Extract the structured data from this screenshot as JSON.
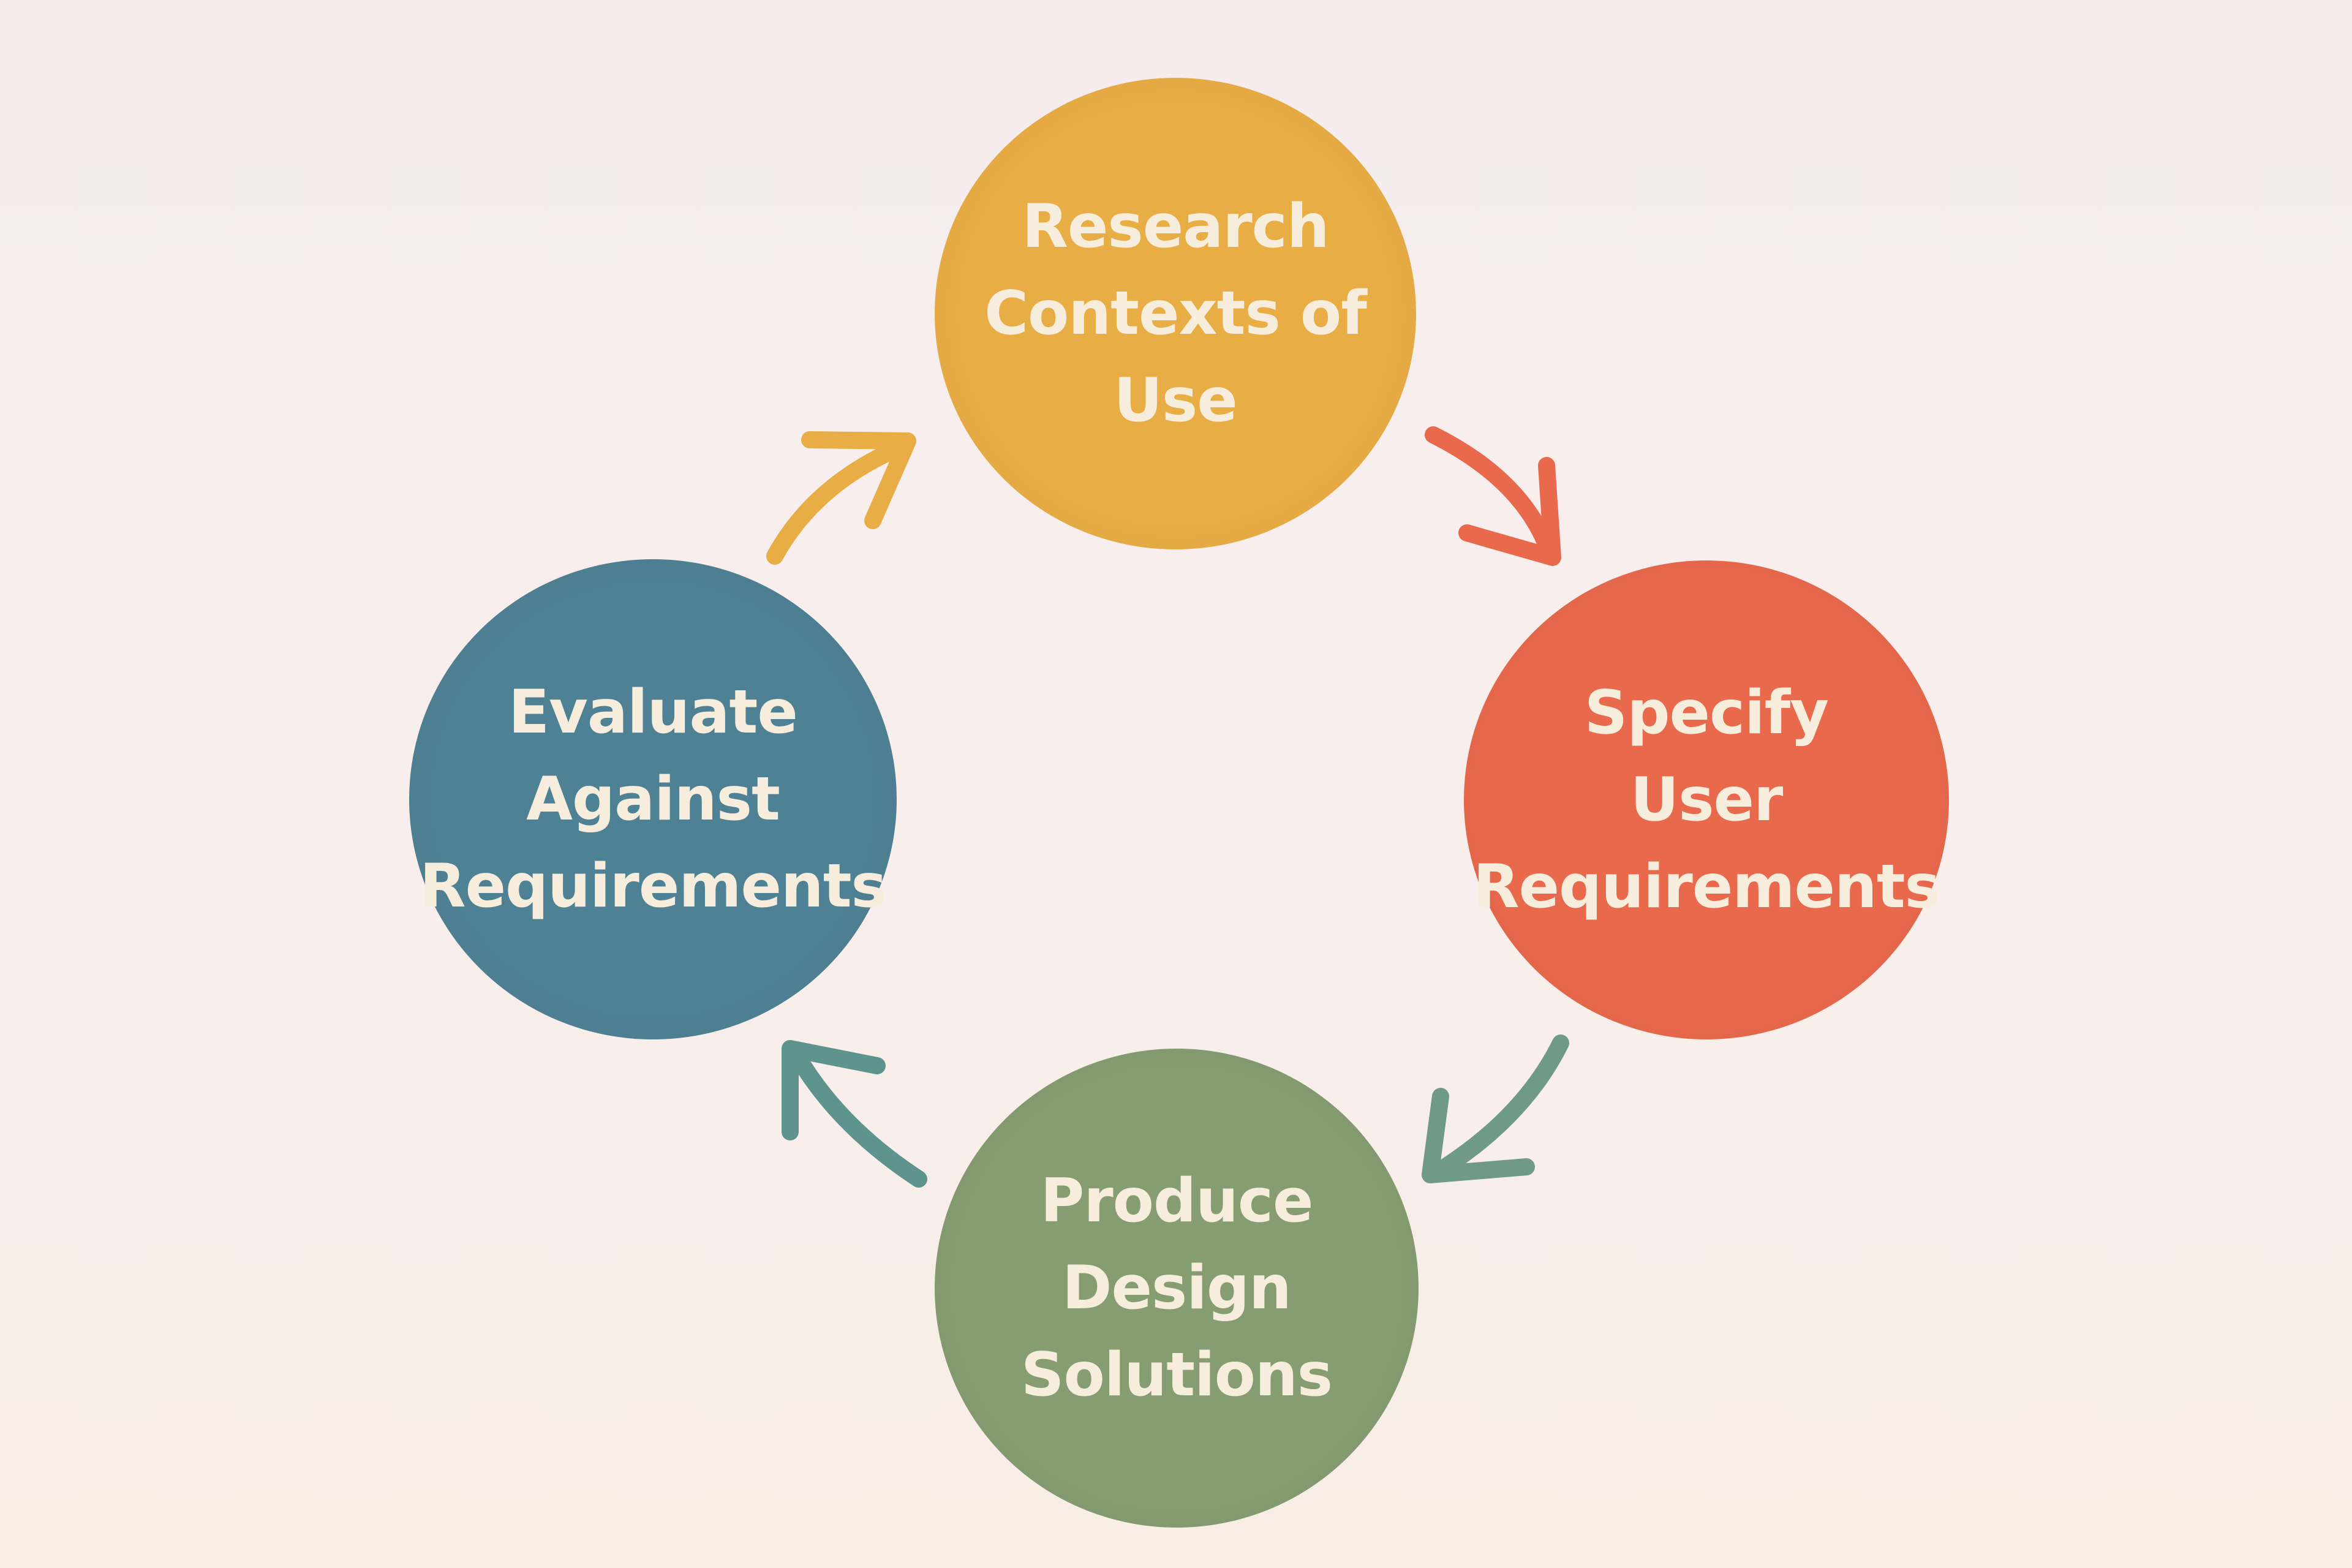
{
  "diagram": {
    "nodes": [
      {
        "id": "research",
        "lines": [
          "Research",
          "Contexts of",
          "Use"
        ],
        "color": "#e9ad45"
      },
      {
        "id": "specify",
        "lines": [
          "Specify",
          "User",
          "Requirements"
        ],
        "color": "#e9694d"
      },
      {
        "id": "produce",
        "lines": [
          "Produce",
          "Design",
          "Solutions"
        ],
        "color": "#869d72"
      },
      {
        "id": "evaluate",
        "lines": [
          "Evaluate",
          "Against",
          "Requirements"
        ],
        "color": "#4f8195"
      }
    ],
    "arrows": [
      {
        "from": "research",
        "to": "specify",
        "color": "#e9694d"
      },
      {
        "from": "specify",
        "to": "produce",
        "color": "#6e9a86"
      },
      {
        "from": "produce",
        "to": "evaluate",
        "color": "#5f948e"
      },
      {
        "from": "evaluate",
        "to": "research",
        "color": "#e9ad45"
      }
    ],
    "text_color": "#f7eddc",
    "background_color": "#f6ecee"
  }
}
